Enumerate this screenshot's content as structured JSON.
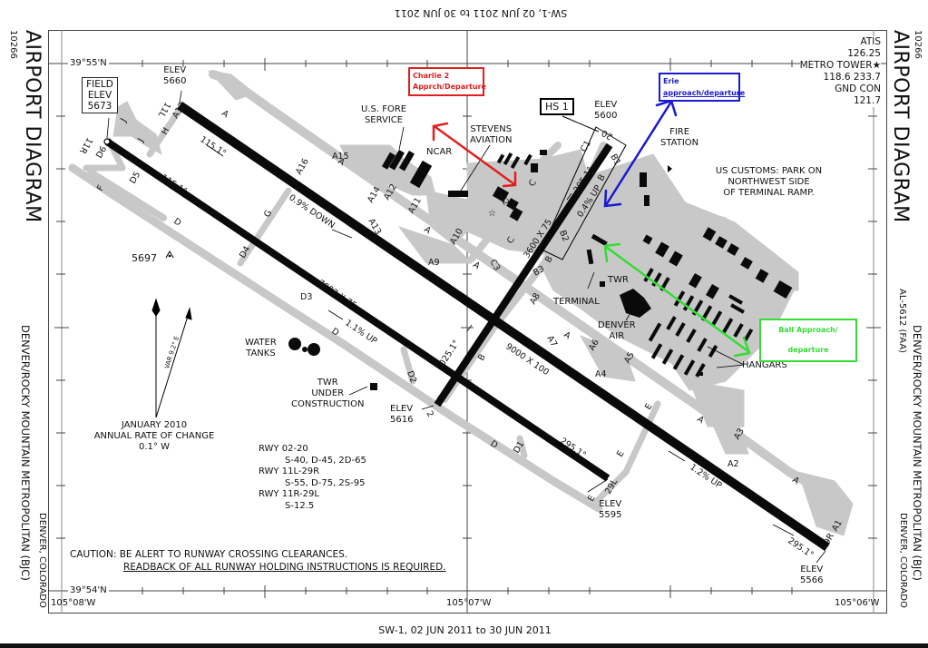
{
  "header": {
    "top_title_inverted": "SW-1, 02 JUN 2011 to 30 JUN 2011",
    "bottom_title": "SW-1, 02 JUN 2011 to 30 JUN 2011"
  },
  "left_margin": {
    "number": "10266",
    "title": "AIRPORT DIAGRAM",
    "airport_name": "DENVER/ROCKY MOUNTAIN METROPOLITAN (BJC)",
    "city": "DENVER, COLORADO"
  },
  "right_margin": {
    "number": "10266",
    "title": "AIRPORT DIAGRAM",
    "chart_id": "AL-5612 (FAA)",
    "airport_name": "DENVER/ROCKY MOUNTAIN METROPOLITAN (BJC)",
    "city": "DENVER, COLORADO"
  },
  "coordinates": {
    "lat_top": "39°55'N",
    "lat_bottom": "39°54'N",
    "lon_left": "105°08'W",
    "lon_center": "105°07'W",
    "lon_right": "105°06'W"
  },
  "frequencies": {
    "atis_label": "ATIS",
    "atis_freq": "126.25",
    "tower_label": "METRO TOWER★",
    "tower_freq": "118.6 233.7",
    "gnd_label": "GND CON",
    "gnd_freq": "121.7"
  },
  "field_elev": {
    "line1": "FIELD",
    "line2": "ELEV",
    "line3": "5673"
  },
  "runways": [
    {
      "id": "11L-29R",
      "dims": "9000 X 100",
      "end_a": "11L",
      "end_b": "29R",
      "heading_a": "115.1°",
      "heading_b": "295.1°",
      "slope": "0.9% DOWN",
      "slope2": "1.2% UP",
      "elev_a": "5660",
      "elev_b": "5566"
    },
    {
      "id": "11R-29L",
      "dims": "7002 X 75",
      "end_a": "11R",
      "end_b": "29L",
      "heading_a": "115.1°",
      "heading_b": "295.1°",
      "slope": "1.1% UP",
      "elev_b": "5595"
    },
    {
      "id": "02-20",
      "dims": "3600 X 75",
      "end_a": "2",
      "end_b": "20",
      "heading_a": "025.1°",
      "heading_b": "205.1°",
      "slope": "0.4% UP",
      "elev_a": "5616",
      "elev_b": "5600"
    }
  ],
  "elevations": {
    "elev_label": "ELEV",
    "rwy11l": "5660",
    "rwy20": "5600",
    "rwy2": "5616",
    "rwy29l": "5595",
    "rwy29r": "5566",
    "obstacle": "5697"
  },
  "hotspot": "HS 1",
  "facilities": {
    "us_forest_service_1": "U.S. FORE",
    "us_forest_service_2": "SERVICE",
    "ncar": "NCAR",
    "stevens_1": "STEVENS",
    "stevens_2": "AVIATION",
    "fire_1": "FIRE",
    "fire_2": "STATION",
    "customs_1": "US CUSTOMS: PARK ON",
    "customs_2": "NORTHWEST SIDE",
    "customs_3": "OF TERMINAL RAMP.",
    "twr": "TWR",
    "terminal": "TERMINAL",
    "denver_air_1": "DENVER",
    "denver_air_2": "AIR",
    "hangars": "HANGARS",
    "water_1": "WATER",
    "water_2": "TANKS",
    "twr_uc_1": "TWR",
    "twr_uc_2": "UNDER",
    "twr_uc_3": "CONSTRUCTION"
  },
  "taxiways": [
    "A",
    "A1",
    "A2",
    "A3",
    "A4",
    "A5",
    "A6",
    "A7",
    "A8",
    "A9",
    "A10",
    "A11",
    "A12",
    "A13",
    "A14",
    "A15",
    "A16",
    "A17",
    "B",
    "B1",
    "B2",
    "B3",
    "C",
    "C1",
    "C2",
    "C3",
    "D",
    "D1",
    "D2",
    "D3",
    "D4",
    "D5",
    "D6",
    "E",
    "F",
    "G",
    "H",
    "J"
  ],
  "magnetic": {
    "var": "VAR 9.2° E",
    "date": "JANUARY 2010",
    "rate_label": "ANNUAL RATE OF CHANGE",
    "rate": "0.1° W"
  },
  "strength": [
    {
      "rwy": "RWY 02-20",
      "values": "S-40, D-45, 2D-65"
    },
    {
      "rwy": "RWY 11L-29R",
      "values": "S-55, D-75, 2S-95"
    },
    {
      "rwy": "RWY 11R-29L",
      "values": "S-12.5"
    }
  ],
  "caution": {
    "line1": "CAUTION: BE ALERT TO RUNWAY CROSSING CLEARANCES.",
    "line2": "READBACK OF ALL RUNWAY HOLDING INSTRUCTIONS IS REQUIRED."
  },
  "annotations": [
    {
      "id": "charlie",
      "line1": "Charlie 2",
      "line2": "Apprch/Departure",
      "color": "#e0201e"
    },
    {
      "id": "erie",
      "line1": "Erie",
      "line2": "approach/departure",
      "color": "#1a1ad0"
    },
    {
      "id": "ball",
      "line1": "Ball Approach/ departure",
      "color": "#33dd33"
    }
  ],
  "colors": {
    "pavement": "#c8c8c8",
    "runway": "#0a0a0a",
    "frame": "#444444"
  }
}
